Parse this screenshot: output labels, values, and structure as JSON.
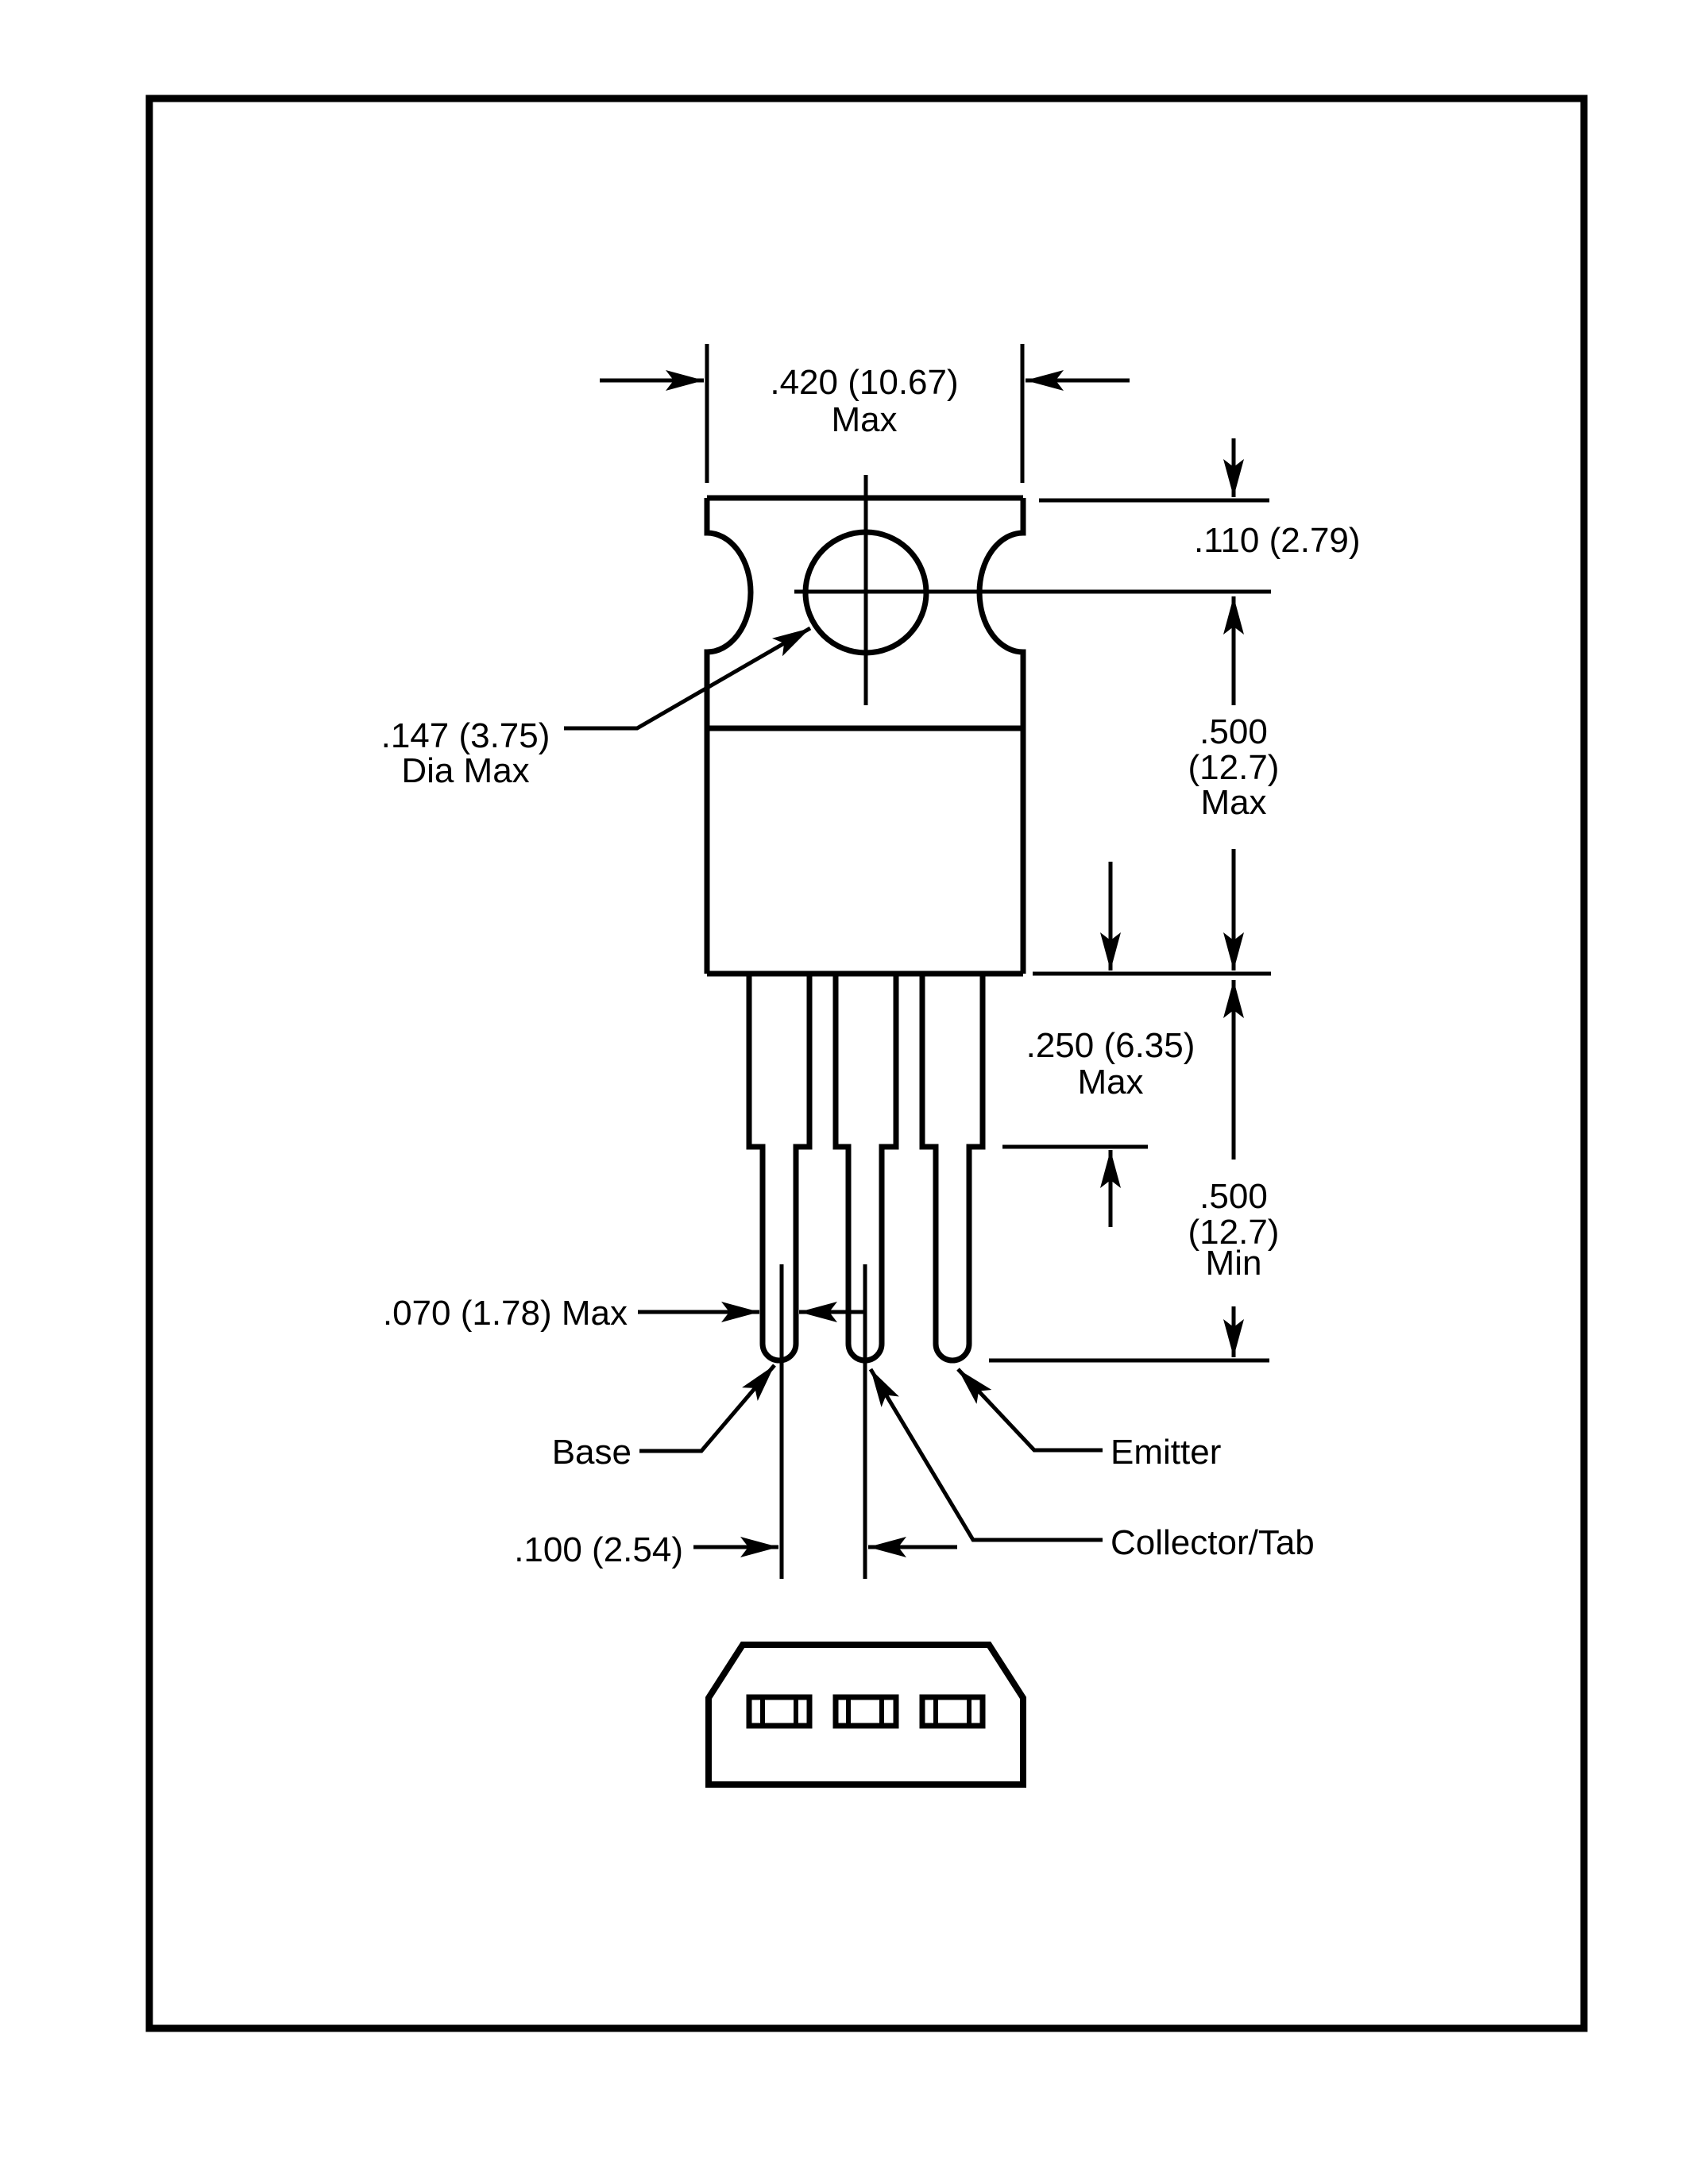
{
  "page": {
    "paper_color": "#ffffff",
    "ink_color": "#000000"
  },
  "figure": {
    "description": "TO-220 transistor package outline drawing with front view, lead detail and bottom view"
  },
  "dimensions": {
    "body_width": {
      "value": ".420 (10.67)",
      "qualifier": "Max"
    },
    "hole_from_top": {
      "value": ".110 (2.79)"
    },
    "hole_diameter": {
      "value": ".147 (3.75)",
      "qualifier": "Dia Max"
    },
    "body_below_hole": {
      "lines": [
        ".500",
        "(12.7)",
        "Max"
      ]
    },
    "lead_shoulder": {
      "value": ".250 (6.35)",
      "qualifier": "Max"
    },
    "lead_length": {
      "lines": [
        ".500",
        "(12.7)",
        "Min"
      ]
    },
    "lead_width": {
      "value": ".070 (1.78) Max"
    },
    "lead_pitch": {
      "value": ".100 (2.54)"
    }
  },
  "terminals": {
    "base": "Base",
    "collector": "Collector/Tab",
    "emitter": "Emitter"
  }
}
